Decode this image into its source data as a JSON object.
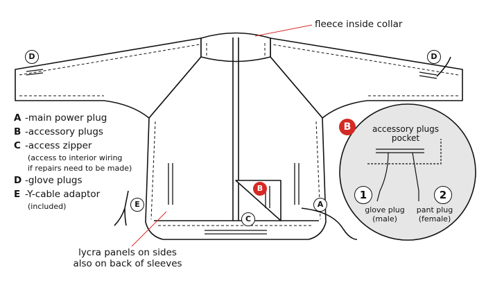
{
  "callouts": {
    "collar": "fleece inside collar",
    "lycra_line1": "lycra panels on sides",
    "lycra_line2": "also on back of sleeves"
  },
  "legend": [
    {
      "key": "A",
      "text": "-main power plug"
    },
    {
      "key": "B",
      "text": "-accessory plugs"
    },
    {
      "key": "C",
      "text": "-access zipper",
      "sub1": "(access to interior wiring",
      "sub2": "if repairs need to be made)"
    },
    {
      "key": "D",
      "text": "-glove plugs"
    },
    {
      "key": "E",
      "text": "-Y-cable adaptor",
      "sub1": "(included)"
    }
  ],
  "badges": {
    "A": "A",
    "B": "B",
    "C": "C",
    "D": "D",
    "E": "E",
    "one": "1",
    "two": "2"
  },
  "detail": {
    "title_line1": "accessory plugs",
    "title_line2": "pocket",
    "glove_line1": "glove plug",
    "glove_line2": "(male)",
    "pant_line1": "pant plug",
    "pant_line2": "(female)"
  },
  "colors": {
    "accent_red": "#d42a25",
    "line": "#111111",
    "detail_bg": "#e6e6e6"
  }
}
